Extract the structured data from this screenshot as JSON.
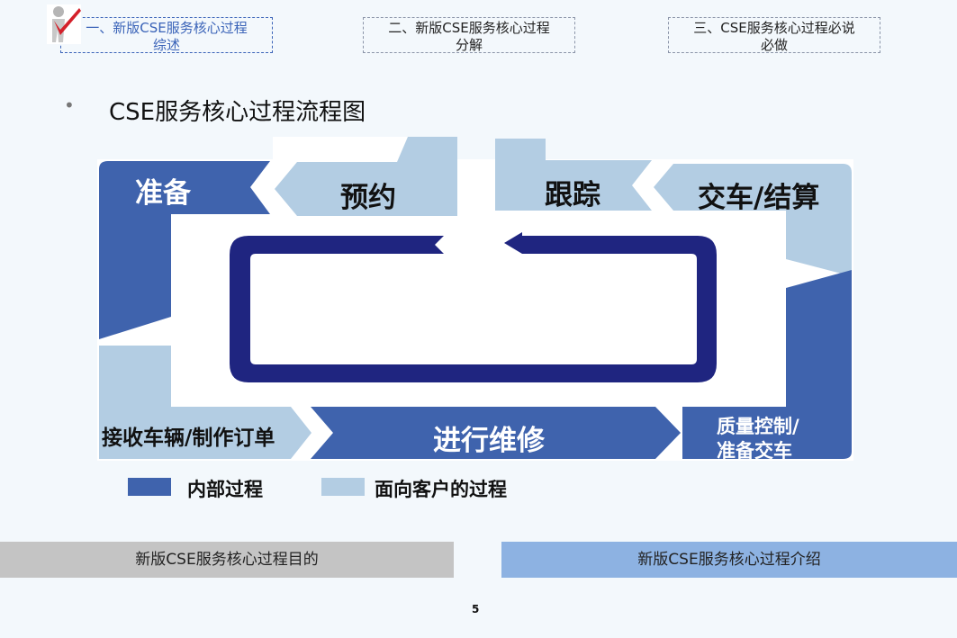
{
  "tabs": [
    {
      "line1": "一、新版CSE服务核心过程",
      "line2": "综述",
      "active": true
    },
    {
      "line1": "二、新版CSE服务核心过程",
      "line2": "分解",
      "active": false
    },
    {
      "line1": "三、CSE服务核心过程必说",
      "line2": "必做",
      "active": false
    }
  ],
  "heading": {
    "bullet": "•",
    "title": "CSE服务核心过程流程图"
  },
  "diagram": {
    "steps": {
      "prepare": "准备",
      "appointment": "预约",
      "tracking": "跟踪",
      "delivery": "交车/结算",
      "reception": "接收车辆/制作订单",
      "repair": "进行维修",
      "quality_line1": "质量控制/",
      "quality_line2": "准备交车"
    },
    "colors": {
      "internal": "#3f63ad",
      "customer": "#b3cde3",
      "loop": "#1f2580"
    }
  },
  "legend": {
    "internal": "内部过程",
    "customer": "面向客户的过程"
  },
  "footer": {
    "purpose": "新版CSE服务核心过程目的",
    "intro": "新版CSE服务核心过程介绍",
    "page_number": "5"
  }
}
